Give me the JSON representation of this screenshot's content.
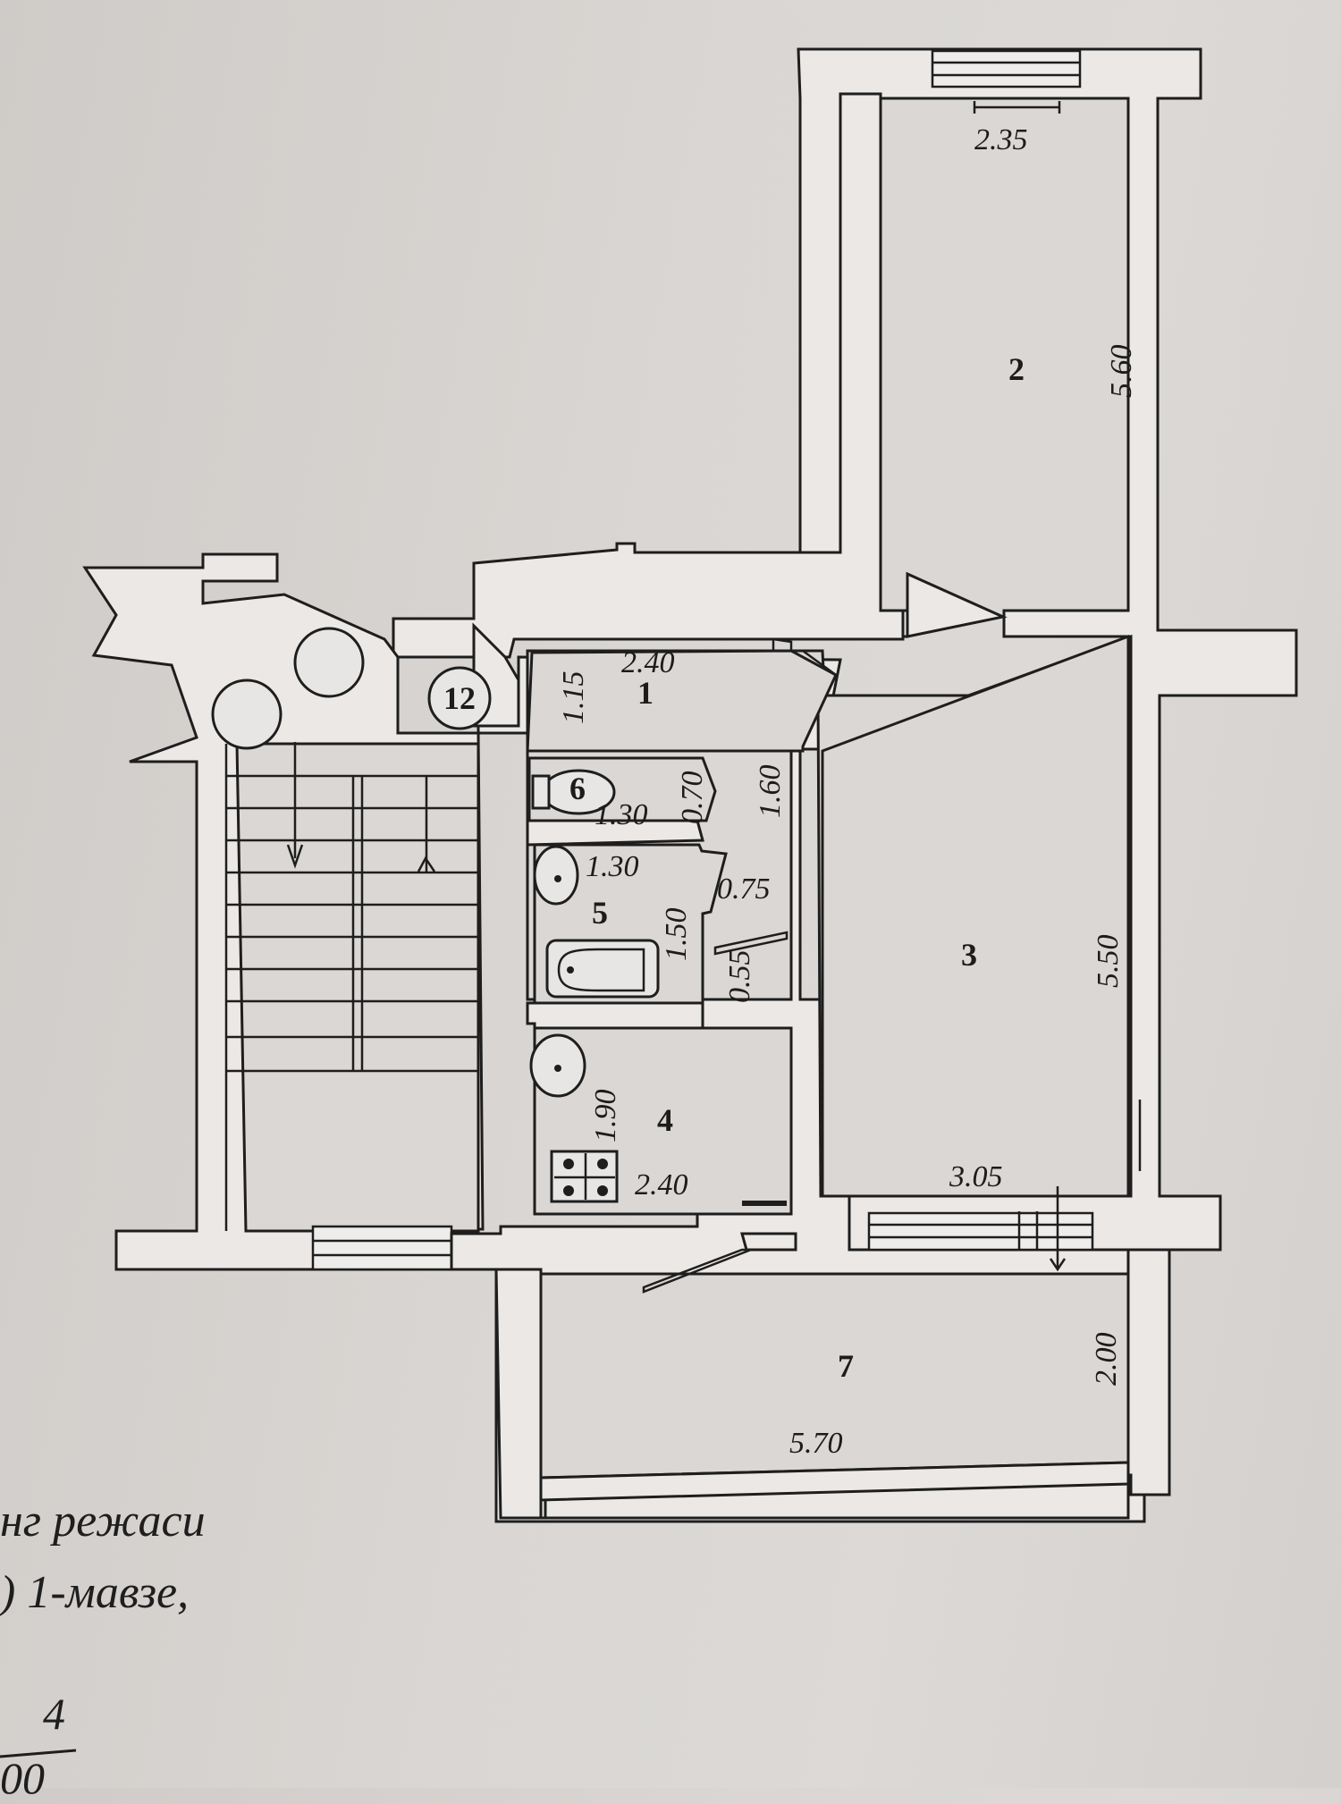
{
  "rooms": [
    {
      "id": "1",
      "label": "1"
    },
    {
      "id": "2",
      "label": "2"
    },
    {
      "id": "3",
      "label": "3"
    },
    {
      "id": "4",
      "label": "4"
    },
    {
      "id": "5",
      "label": "5"
    },
    {
      "id": "6",
      "label": "6"
    },
    {
      "id": "7",
      "label": "7"
    },
    {
      "id": "12",
      "label": "12"
    }
  ],
  "dimensions": {
    "room2_width": "2.35",
    "room2_length": "5.60",
    "room1_width": "2.40",
    "room1_length": "1.15",
    "corridor_length": "1.60",
    "wc_width": "1.30",
    "wc_length": "0.70",
    "bath_width": "1.30",
    "bath_length": "1.50",
    "bath_door": "0.75",
    "hall_gap": "0.55",
    "kitchen_length": "1.90",
    "kitchen_width": "2.40",
    "room3_width": "3.05",
    "room3_length": "5.50",
    "balcony_length": "5.70",
    "balcony_width": "2.00"
  },
  "caption": {
    "line1": "нг режаси",
    "line2": ") 1-мавзе,",
    "fraction_top": "4",
    "fraction_bottom": "00"
  }
}
